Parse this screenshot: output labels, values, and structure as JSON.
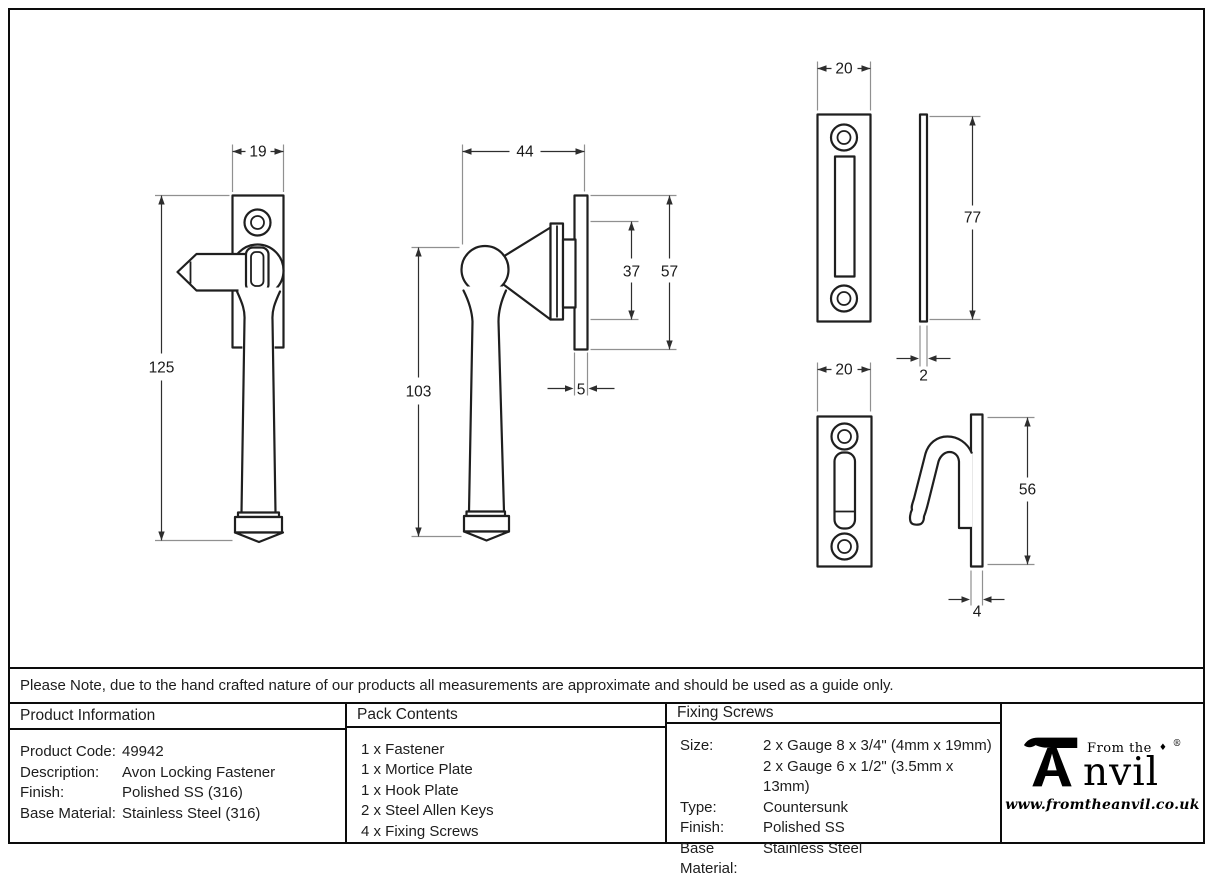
{
  "note": "Please Note, due to the hand crafted nature of our products all measurements are approximate and should be used as a guide only.",
  "table": {
    "product_information": {
      "header": "Product Information",
      "rows": [
        {
          "label": "Product Code:",
          "value": "49942"
        },
        {
          "label": "Description:",
          "value": "Avon Locking Fastener"
        },
        {
          "label": "Finish:",
          "value": "Polished SS (316)"
        },
        {
          "label": "Base Material:",
          "value": "Stainless Steel (316)"
        }
      ]
    },
    "pack_contents": {
      "header": "Pack Contents",
      "items": [
        "1 x Fastener",
        "1 x Mortice Plate",
        "1 x Hook Plate",
        "2 x Steel Allen Keys",
        "4 x Fixing Screws"
      ]
    },
    "fixing_screws": {
      "header": "Fixing Screws",
      "rows": [
        {
          "label": "Size:",
          "value": "2 x Gauge 8 x 3/4\" (4mm x 19mm)"
        },
        {
          "label": "",
          "value": "2 x Gauge 6 x 1/2\" (3.5mm x 13mm)"
        },
        {
          "label": "Type:",
          "value": "Countersunk"
        },
        {
          "label": "Finish:",
          "value": "Polished SS"
        },
        {
          "label": "Base Material:",
          "value": "Stainless Steel"
        }
      ]
    }
  },
  "dims": {
    "front_width": "19",
    "front_length": "125",
    "side_projection": "44",
    "side_handle": "103",
    "side_rose": "37",
    "side_plate_height": "57",
    "side_plate_thickness": "5",
    "mortice_width": "20",
    "mortice_height": "77",
    "mortice_thickness": "2",
    "hook_width": "20",
    "hook_height": "56",
    "hook_thickness": "4"
  },
  "logo": {
    "from_the": "From the",
    "diamond": "♦",
    "registered": "®",
    "name_rest": "nvil",
    "url": "www.fromtheanvil.co.uk"
  }
}
